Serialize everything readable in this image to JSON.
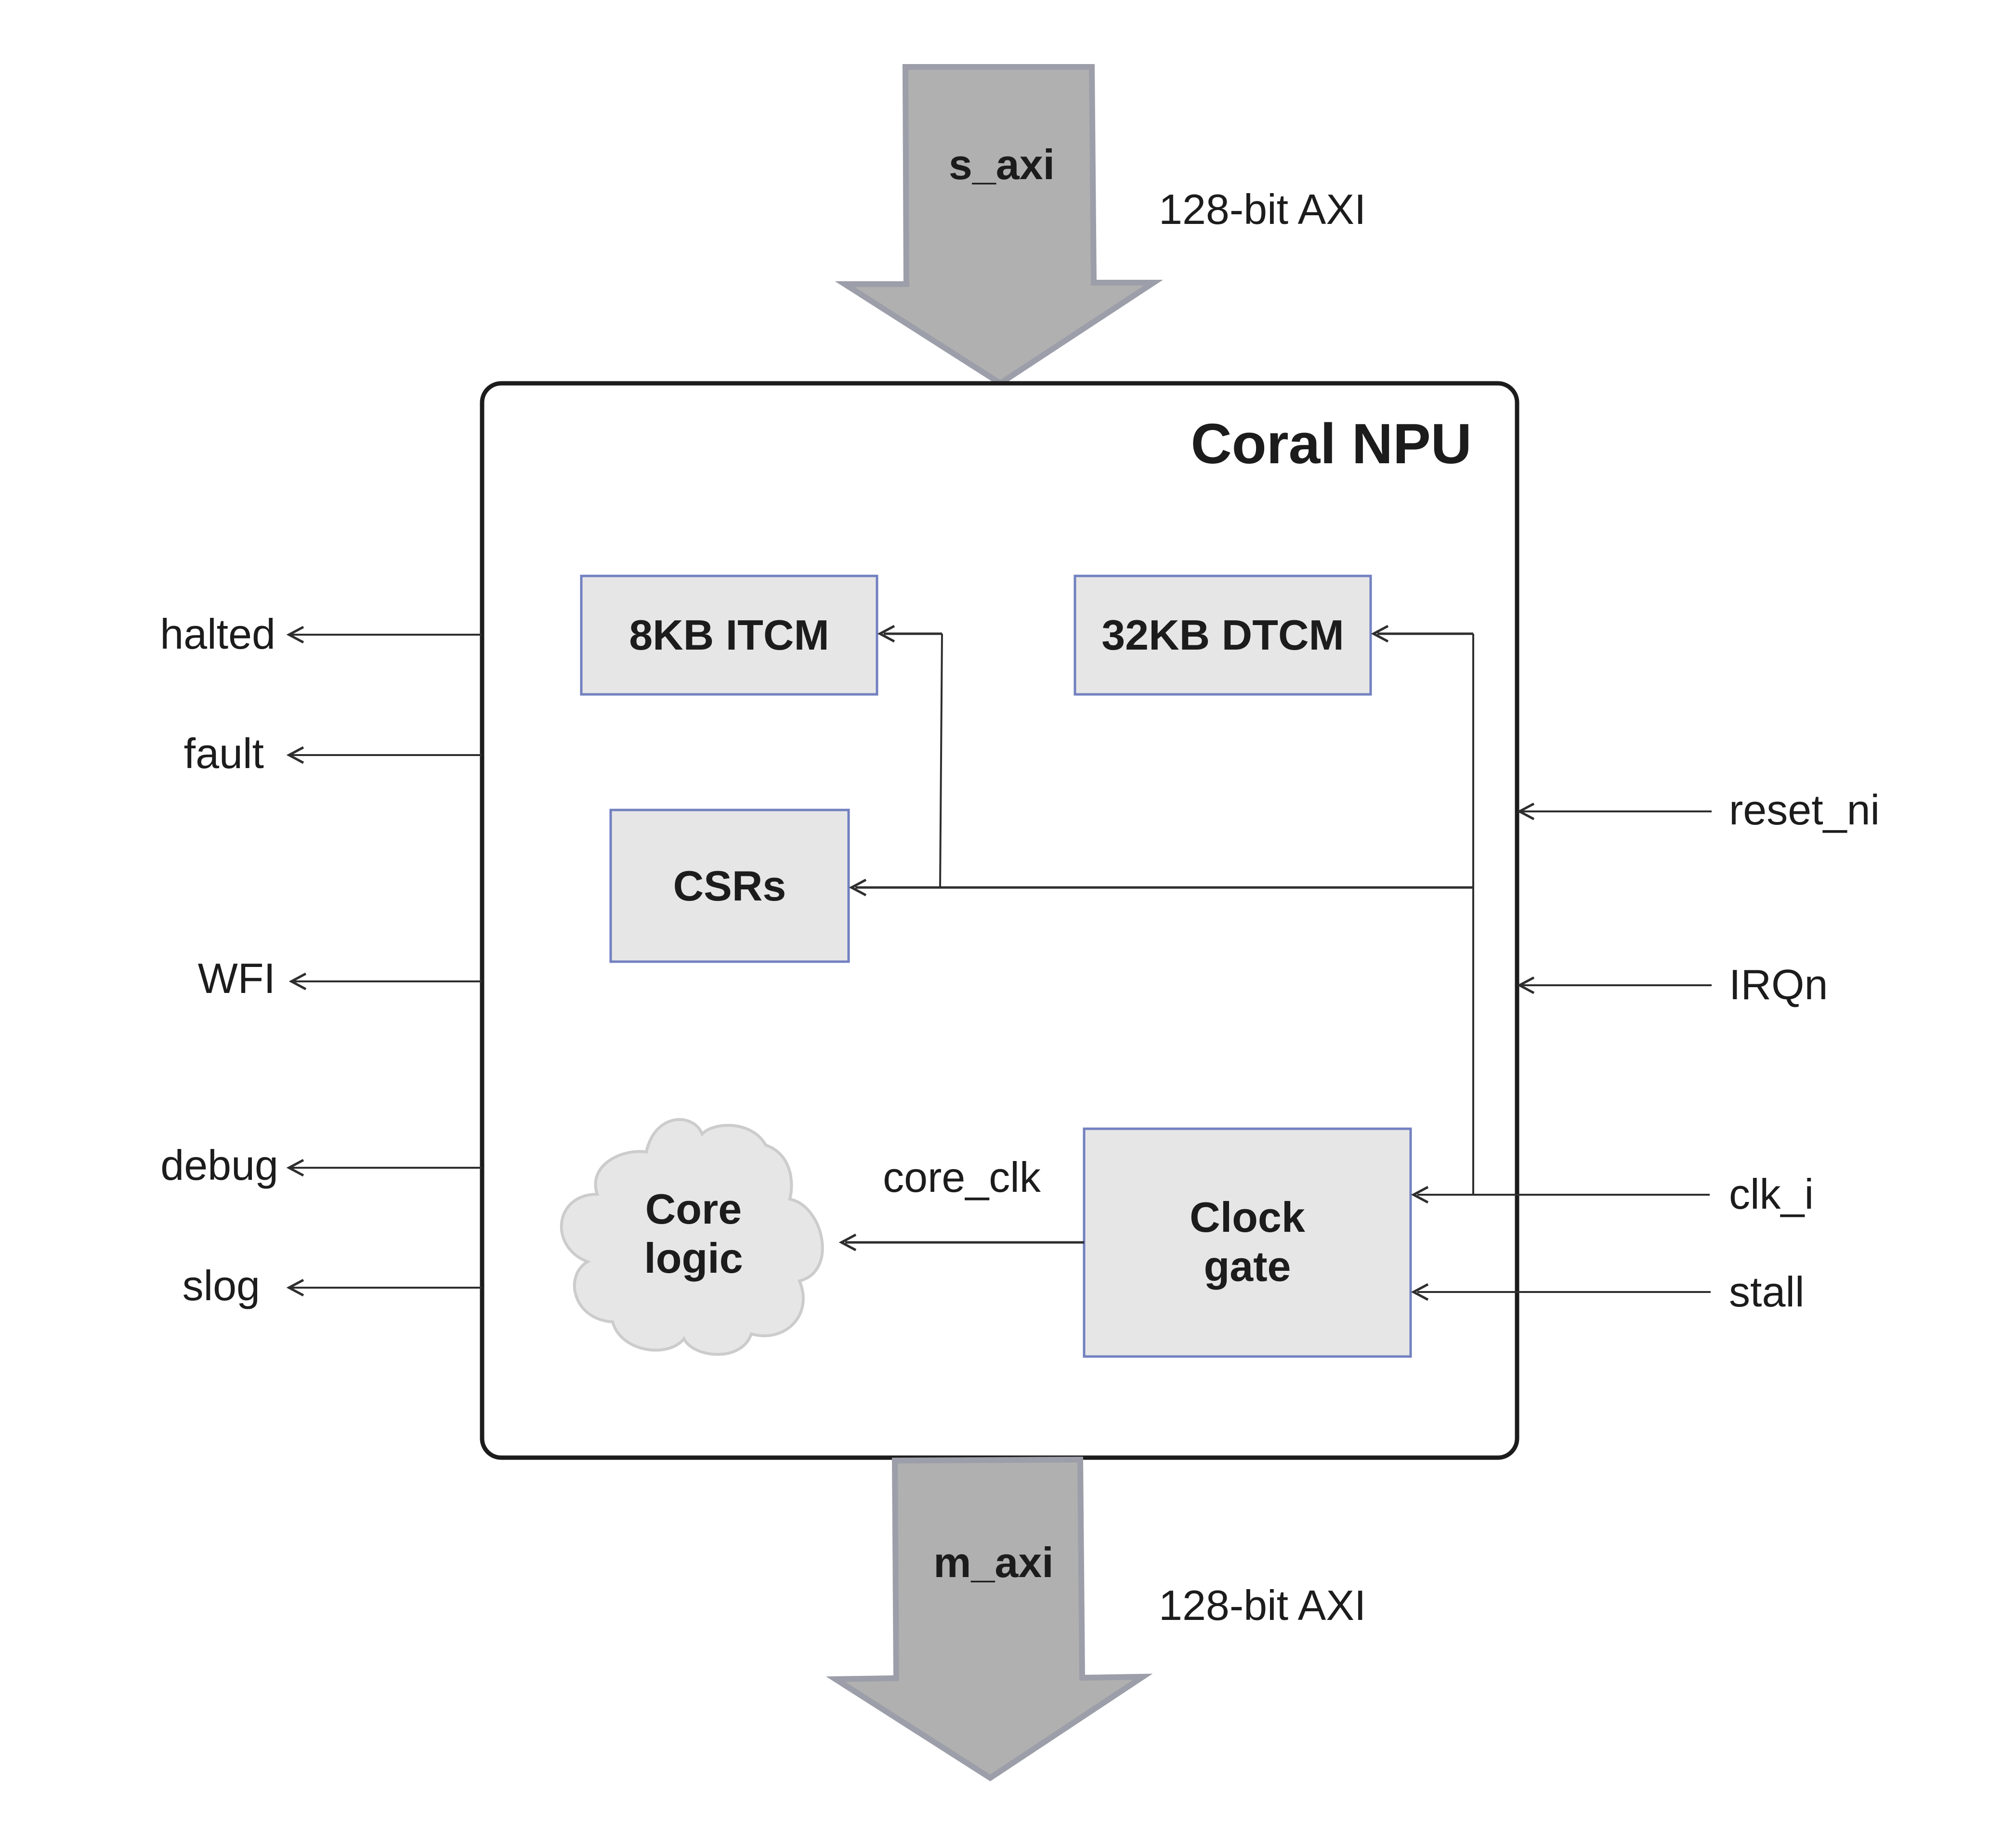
{
  "diagram": {
    "title": "Coral NPU",
    "buses": {
      "slave": {
        "name": "s_axi",
        "width_label": "128-bit AXI",
        "direction": "in"
      },
      "master": {
        "name": "m_axi",
        "width_label": "128-bit AXI",
        "direction": "out"
      }
    },
    "blocks": {
      "itcm": "8KB ITCM",
      "dtcm": "32KB DTCM",
      "csrs": "CSRs",
      "clock_gate_line1": "Clock",
      "clock_gate_line2": "gate",
      "core_logic_line1": "Core",
      "core_logic_line2": "logic"
    },
    "internal_signals": {
      "core_clk": "core_clk"
    },
    "outputs_left": [
      "halted",
      "fault",
      "WFI",
      "debug",
      "slog"
    ],
    "inputs_right": [
      "reset_ni",
      "IRQn",
      "clk_i",
      "stall"
    ],
    "colors": {
      "block_fill": "#e6e6e6",
      "block_border": "#7280c0",
      "bus_fill": "#b0b0b0",
      "bus_border": "#9c9ea9",
      "cloud_fill": "#e6e6e6",
      "cloud_border": "#cccccc",
      "line": "#2e2e2e",
      "frame": "#1c1c1c"
    }
  }
}
